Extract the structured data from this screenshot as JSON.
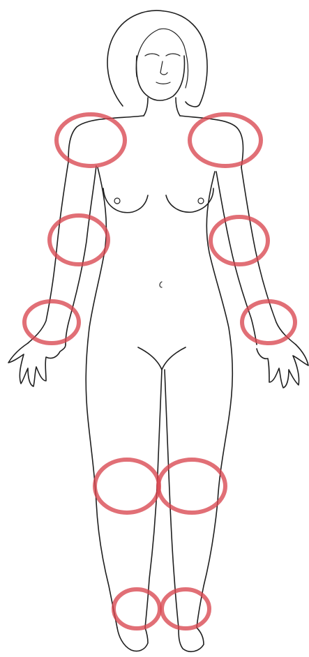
{
  "figure": {
    "subject": "female-body-front-outline",
    "outline_color": "#1f1f1f",
    "marker_color": "#d9474f",
    "background": "#ffffff"
  },
  "markers": [
    {
      "site": "right-shoulder"
    },
    {
      "site": "left-shoulder"
    },
    {
      "site": "right-elbow"
    },
    {
      "site": "left-elbow"
    },
    {
      "site": "right-wrist"
    },
    {
      "site": "left-wrist"
    },
    {
      "site": "right-knee"
    },
    {
      "site": "left-knee"
    },
    {
      "site": "right-ankle"
    },
    {
      "site": "left-ankle"
    }
  ]
}
